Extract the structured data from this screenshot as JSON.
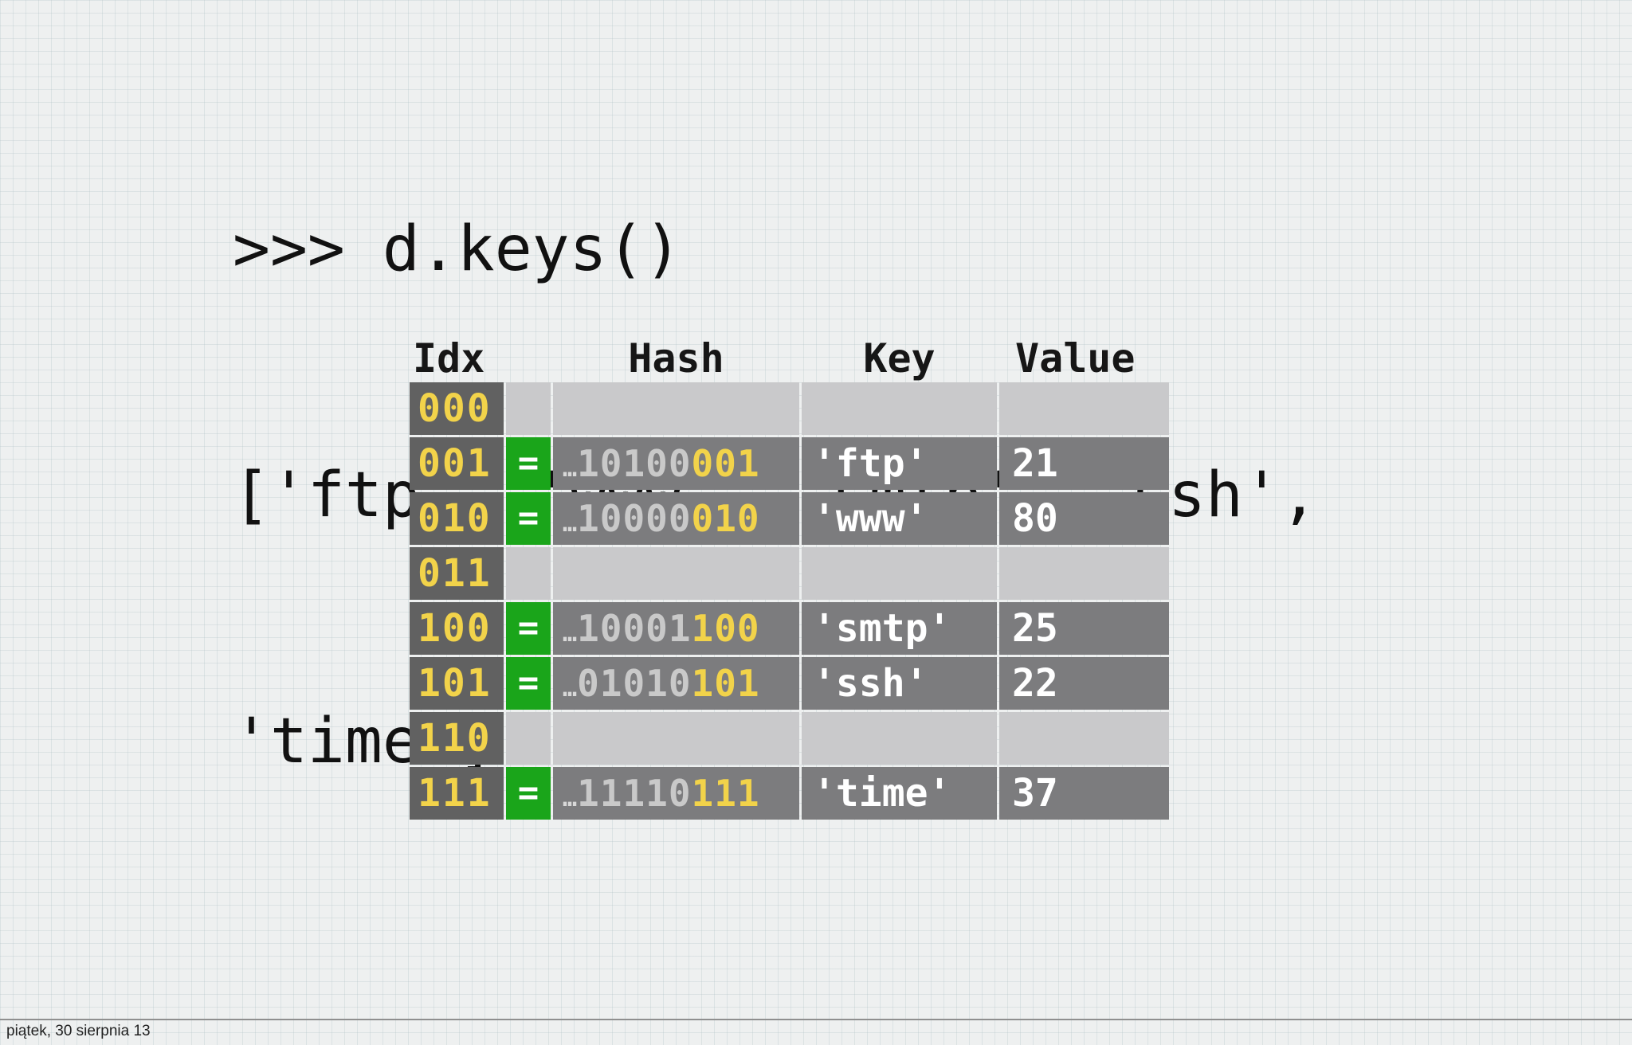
{
  "code": {
    "lines": [
      ">>> d.keys()",
      "['ftp', 'www', 'smtp', 'ssh',",
      "'time']"
    ]
  },
  "table": {
    "headers": {
      "idx": "Idx",
      "hash": "Hash",
      "key": "Key",
      "value": "Value"
    },
    "rows": [
      {
        "idx": "000",
        "eq": "",
        "hash_prefix": "",
        "hash_high": "",
        "hash_low": "",
        "key": "",
        "value": ""
      },
      {
        "idx": "001",
        "eq": "=",
        "hash_prefix": "…",
        "hash_high": "10100",
        "hash_low": "001",
        "key": "'ftp'",
        "value": "21"
      },
      {
        "idx": "010",
        "eq": "=",
        "hash_prefix": "…",
        "hash_high": "10000",
        "hash_low": "010",
        "key": "'www'",
        "value": "80"
      },
      {
        "idx": "011",
        "eq": "",
        "hash_prefix": "",
        "hash_high": "",
        "hash_low": "",
        "key": "",
        "value": ""
      },
      {
        "idx": "100",
        "eq": "=",
        "hash_prefix": "…",
        "hash_high": "10001",
        "hash_low": "100",
        "key": "'smtp'",
        "value": "25"
      },
      {
        "idx": "101",
        "eq": "=",
        "hash_prefix": "…",
        "hash_high": "01010",
        "hash_low": "101",
        "key": "'ssh'",
        "value": "22"
      },
      {
        "idx": "110",
        "eq": "",
        "hash_prefix": "",
        "hash_high": "",
        "hash_low": "",
        "key": "",
        "value": ""
      },
      {
        "idx": "111",
        "eq": "=",
        "hash_prefix": "…",
        "hash_high": "11110",
        "hash_low": "111",
        "key": "'time'",
        "value": "37"
      }
    ]
  },
  "colors": {
    "idx_bg": "#616161",
    "idx_text": "#f2d34a",
    "match_green": "#1aa51a",
    "filled_bg": "#7c7c7e",
    "empty_bg": "#c9c9cb"
  },
  "footer": {
    "date": "piątek, 30 sierpnia 13"
  }
}
